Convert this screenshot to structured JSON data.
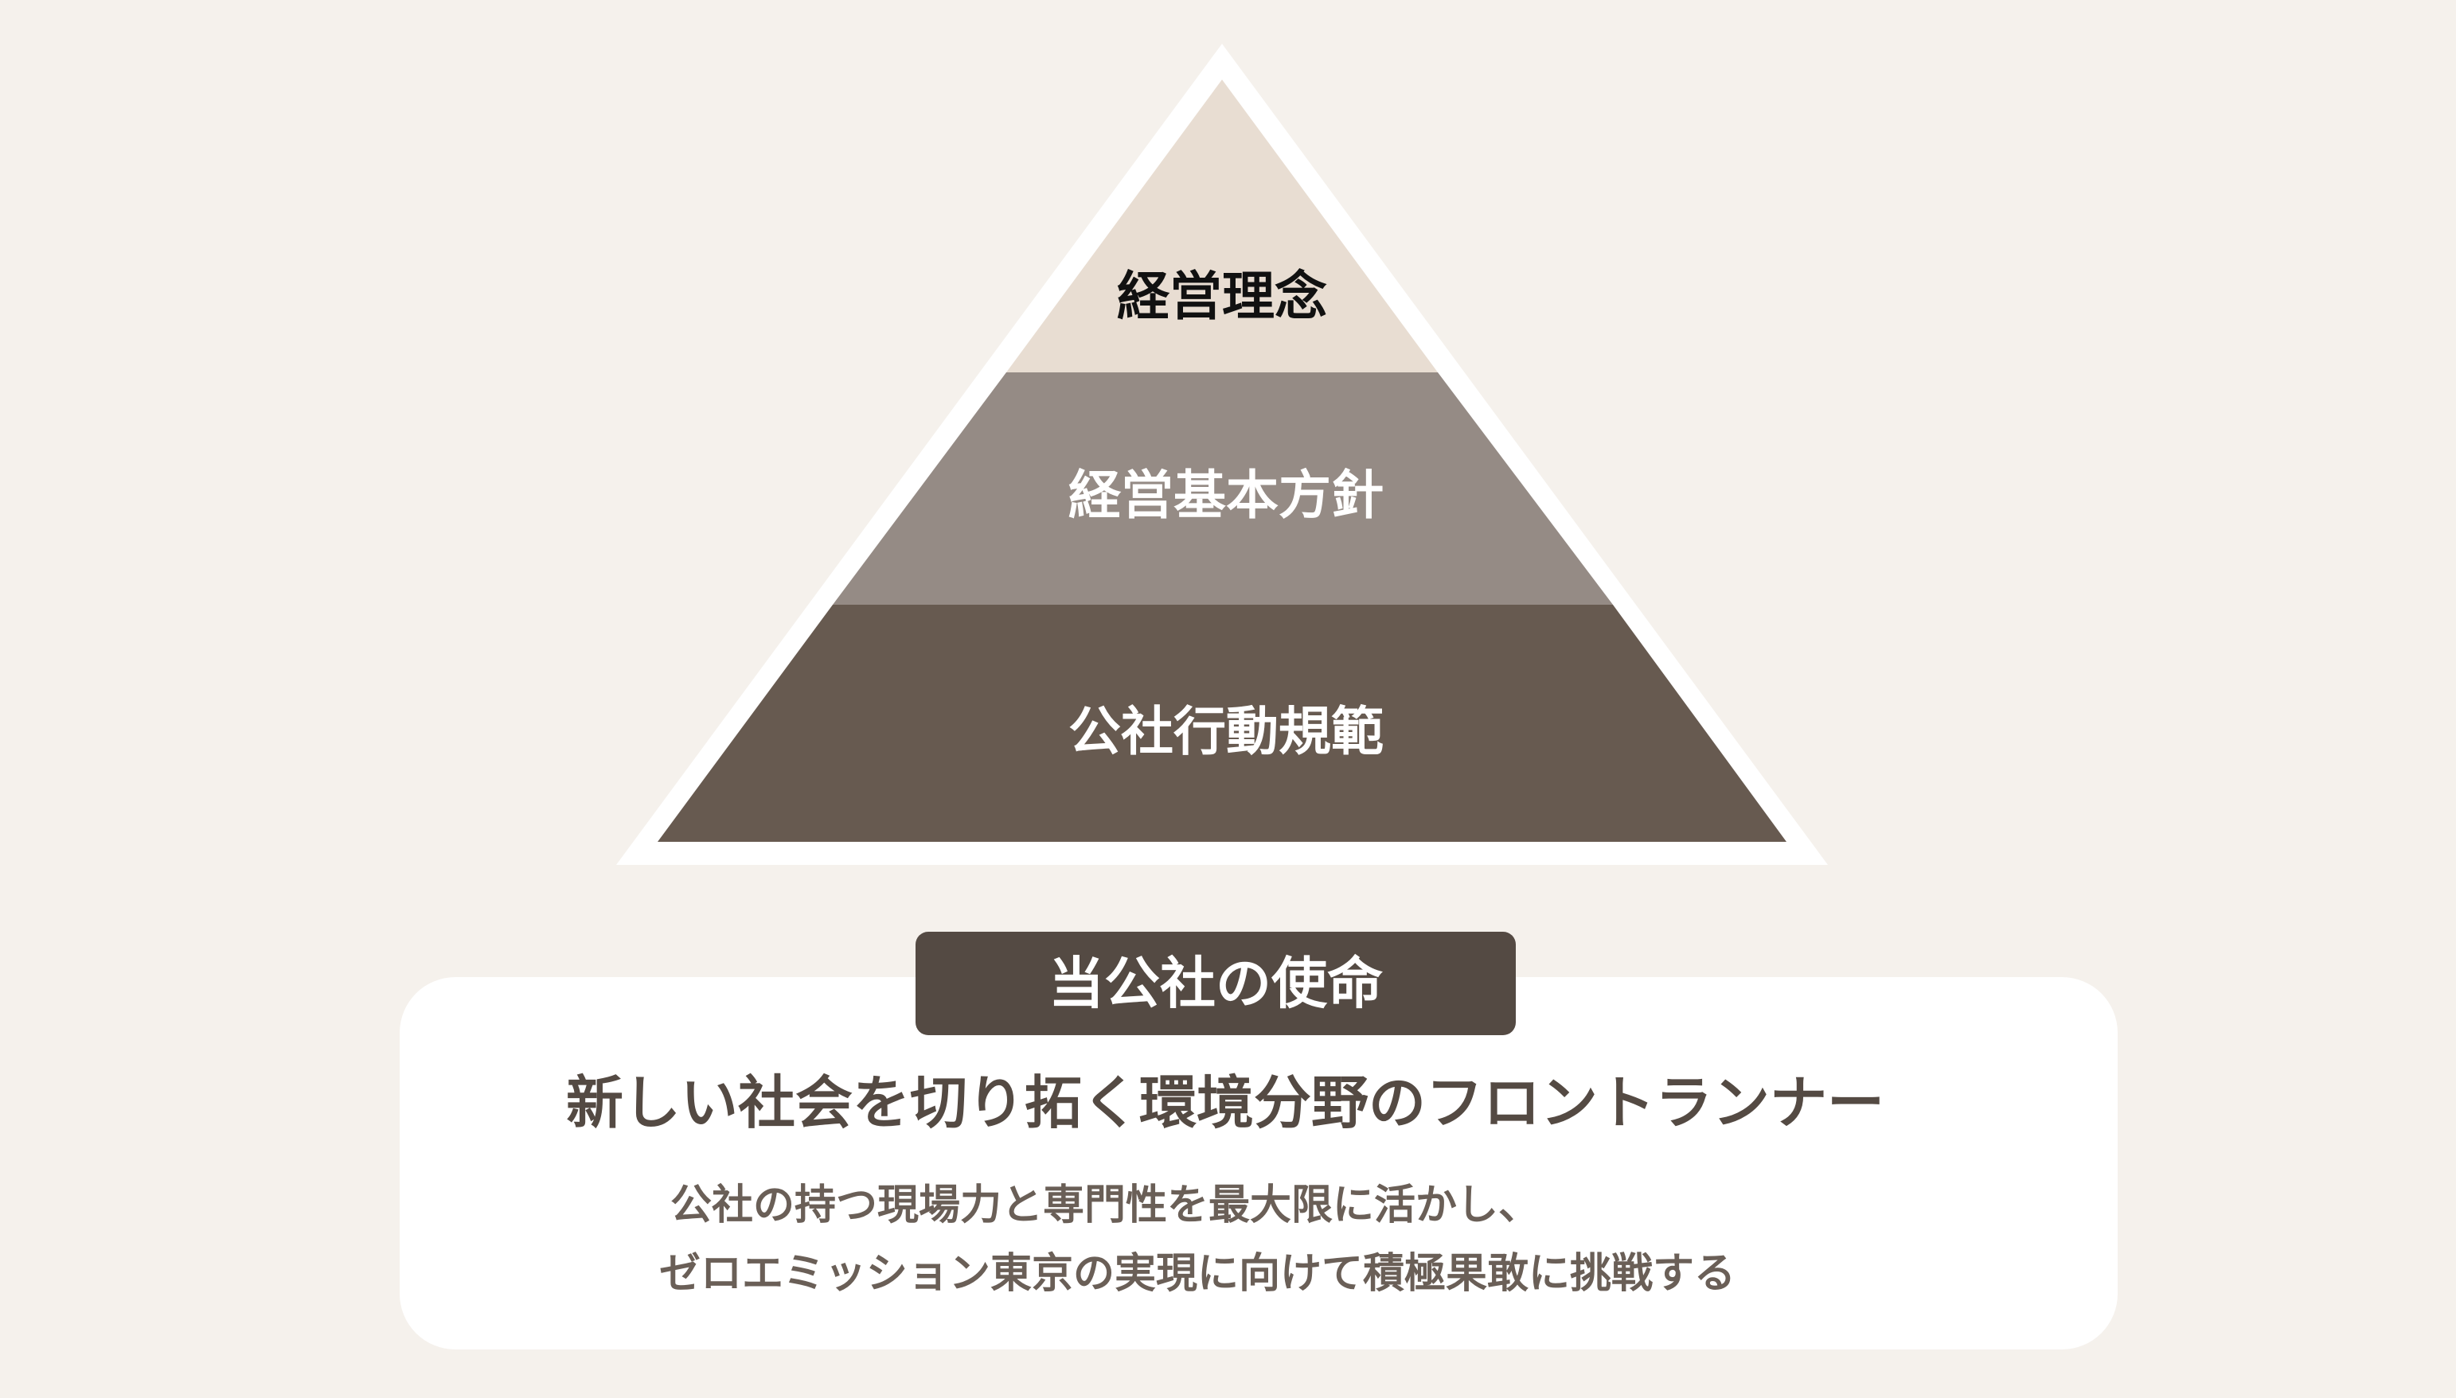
{
  "pyramid": {
    "tiers": [
      {
        "label": "経営理念",
        "fill": "#e8ddd2",
        "text_color": "#111111"
      },
      {
        "label": "経営基本方針",
        "fill": "#958b85",
        "text_color": "#ffffff"
      },
      {
        "label": "公社行動規範",
        "fill": "#675a50",
        "text_color": "#ffffff"
      }
    ],
    "outline_color": "#ffffff"
  },
  "mission": {
    "badge": "当公社の使命",
    "headline": "新しい社会を切り拓く環境分野のフロントランナー",
    "body_lines": [
      "公社の持つ現場力と専門性を最大限に活かし、",
      "ゼロエミッション東京の実現に向けて積極果敢に挑戦する"
    ]
  },
  "colors": {
    "background": "#f5f1ec",
    "badge": "#544a43",
    "headline": "#544a43",
    "body": "#6a5f57",
    "card": "#ffffff"
  }
}
